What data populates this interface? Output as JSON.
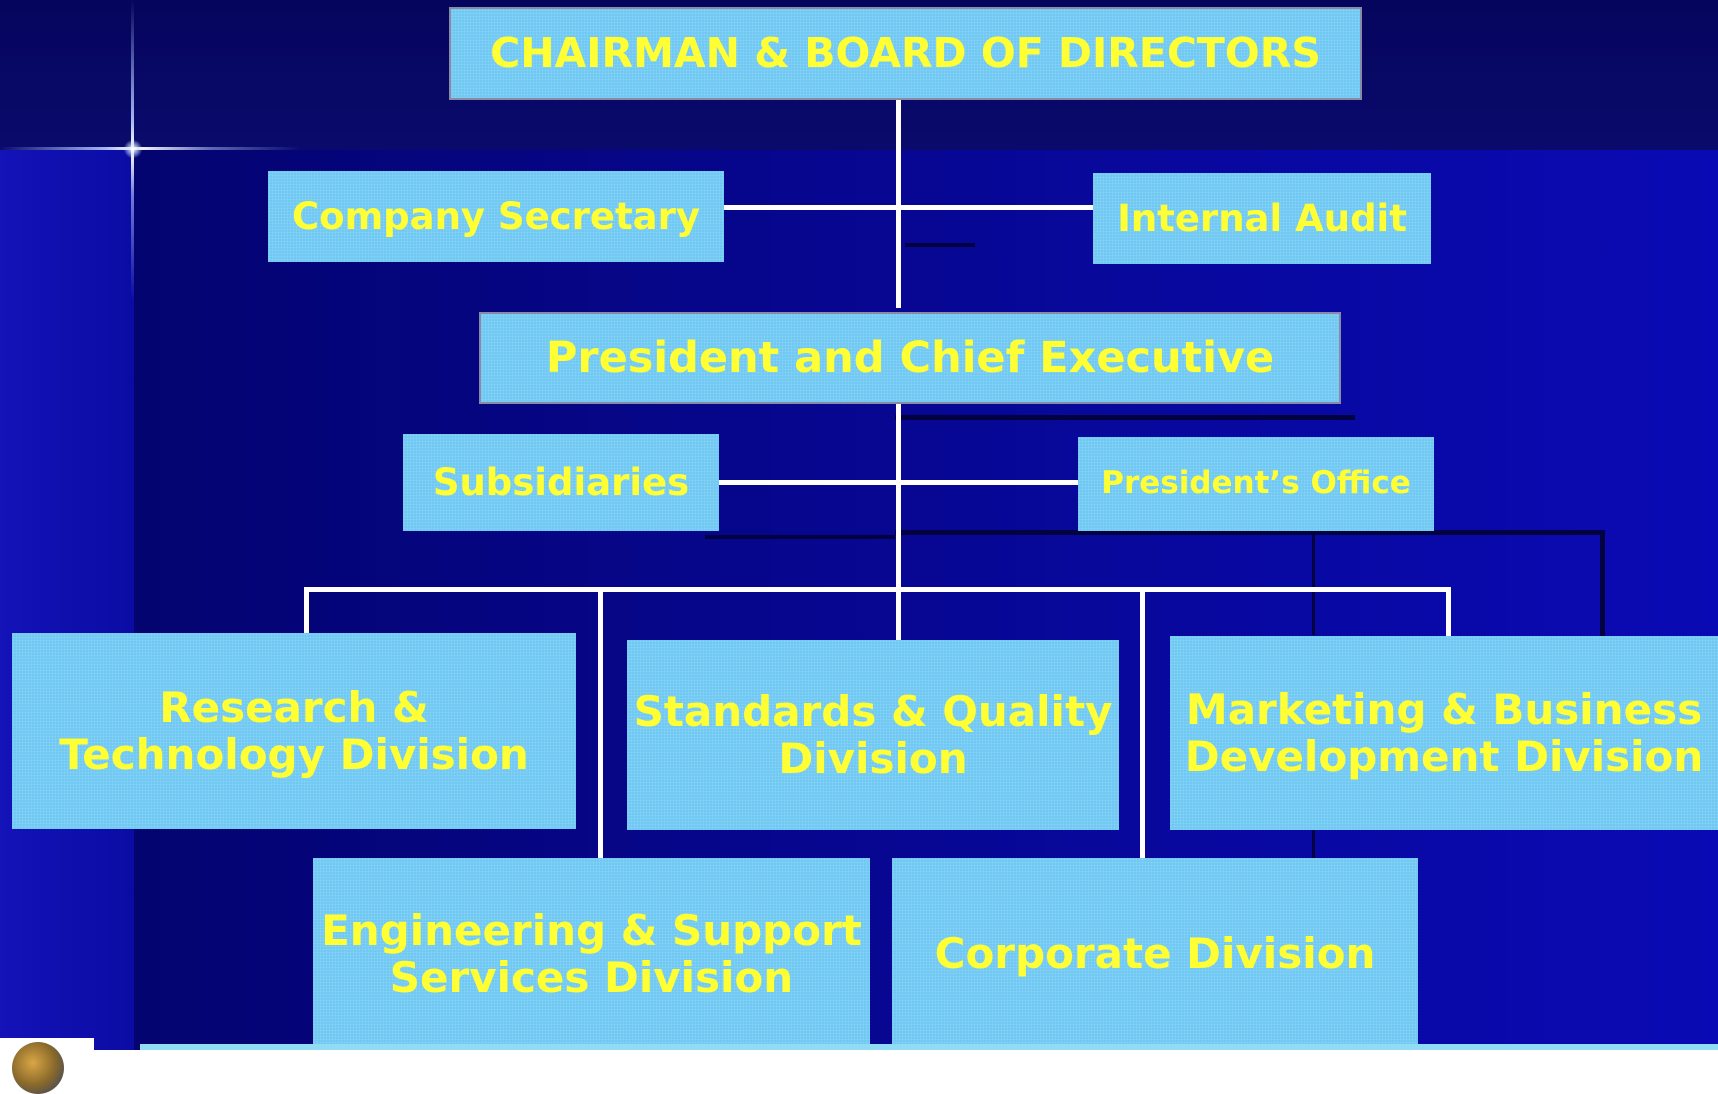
{
  "org_chart": {
    "chairman": "CHAIRMAN & BOARD OF DIRECTORS",
    "company_secretary": "Company Secretary",
    "internal_audit": "Internal Audit",
    "president": "President and Chief Executive",
    "subsidiaries": "Subsidiaries",
    "presidents_office": "President’s Office",
    "divisions": {
      "research_technology": "Research & Technology Division",
      "standards_quality": "Standards & Quality Division",
      "marketing_business": "Marketing & Business Development Division",
      "engineering_support": "Engineering & Support Services Division",
      "corporate": "Corporate Division"
    }
  },
  "colors": {
    "background": "#0a0a9a",
    "box_fill": "#6ec8f3",
    "box_text": "#ffff33",
    "connector": "#ffffff"
  }
}
